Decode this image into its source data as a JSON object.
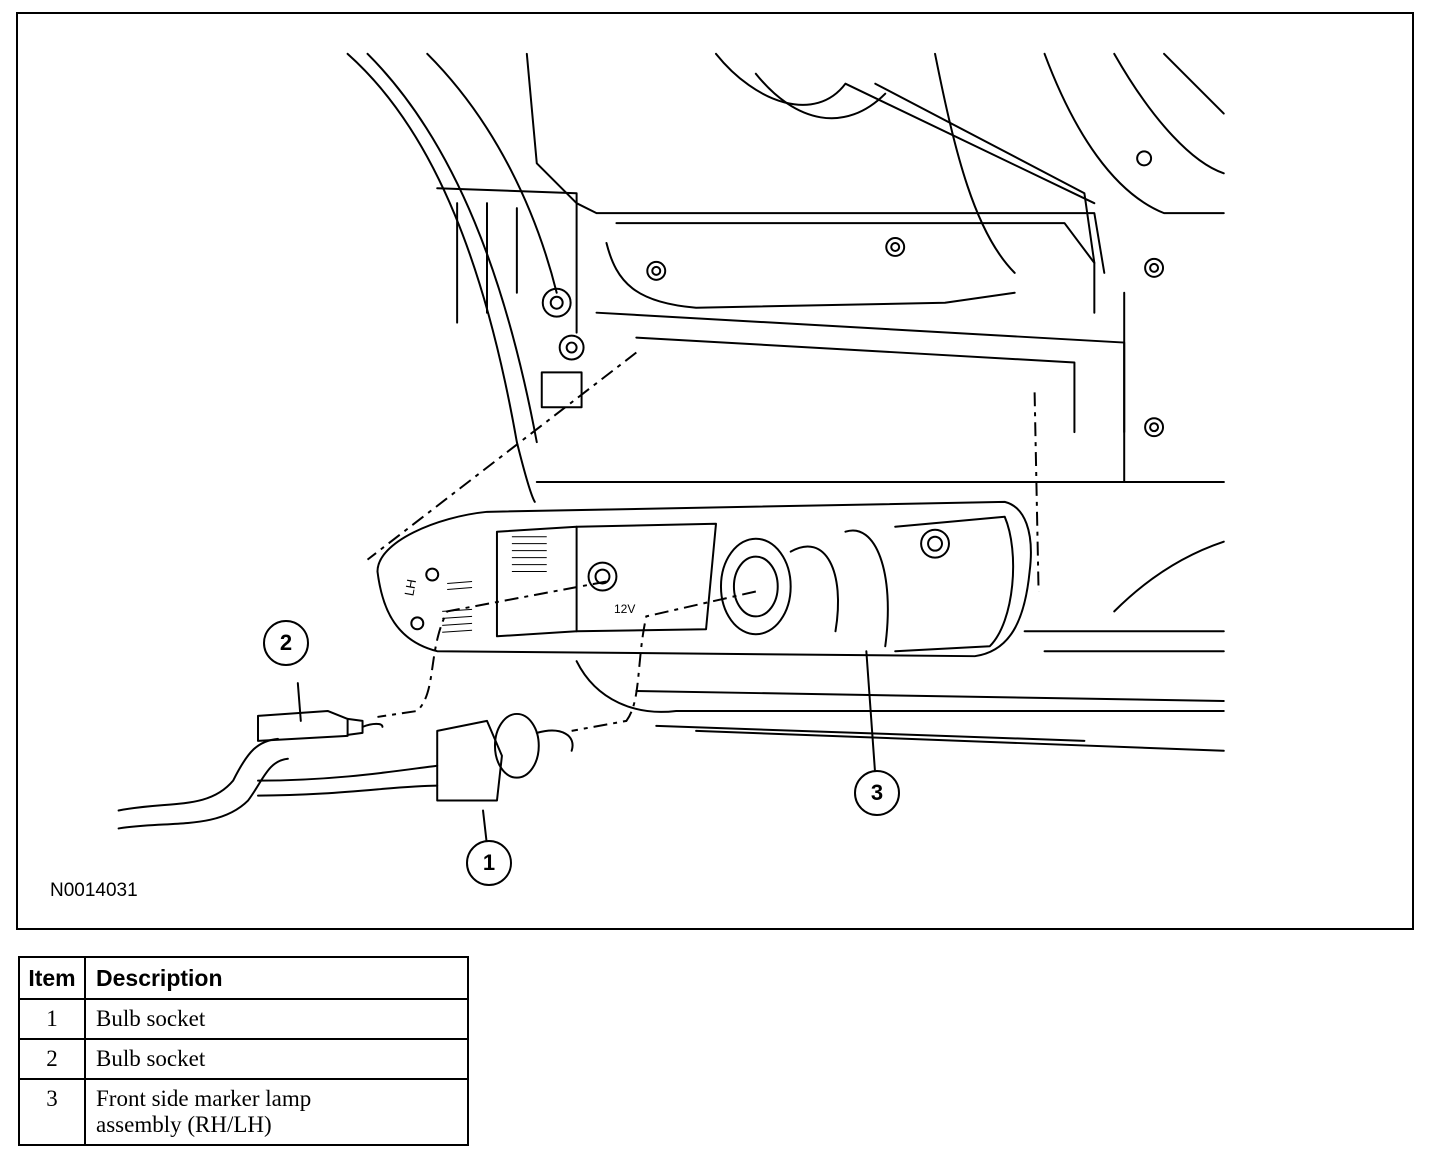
{
  "figure": {
    "figure_id": "N0014031",
    "callouts": [
      "1",
      "2",
      "3"
    ],
    "lamp_markings": {
      "side": "LH",
      "voltage": "12V"
    }
  },
  "legend": {
    "headers": {
      "item": "Item",
      "description": "Description"
    },
    "rows": [
      {
        "item": "1",
        "description": "Bulb socket"
      },
      {
        "item": "2",
        "description": "Bulb socket"
      },
      {
        "item": "3",
        "description_line1": "Front side marker lamp",
        "description_line2": "assembly (RH/LH)"
      }
    ]
  }
}
